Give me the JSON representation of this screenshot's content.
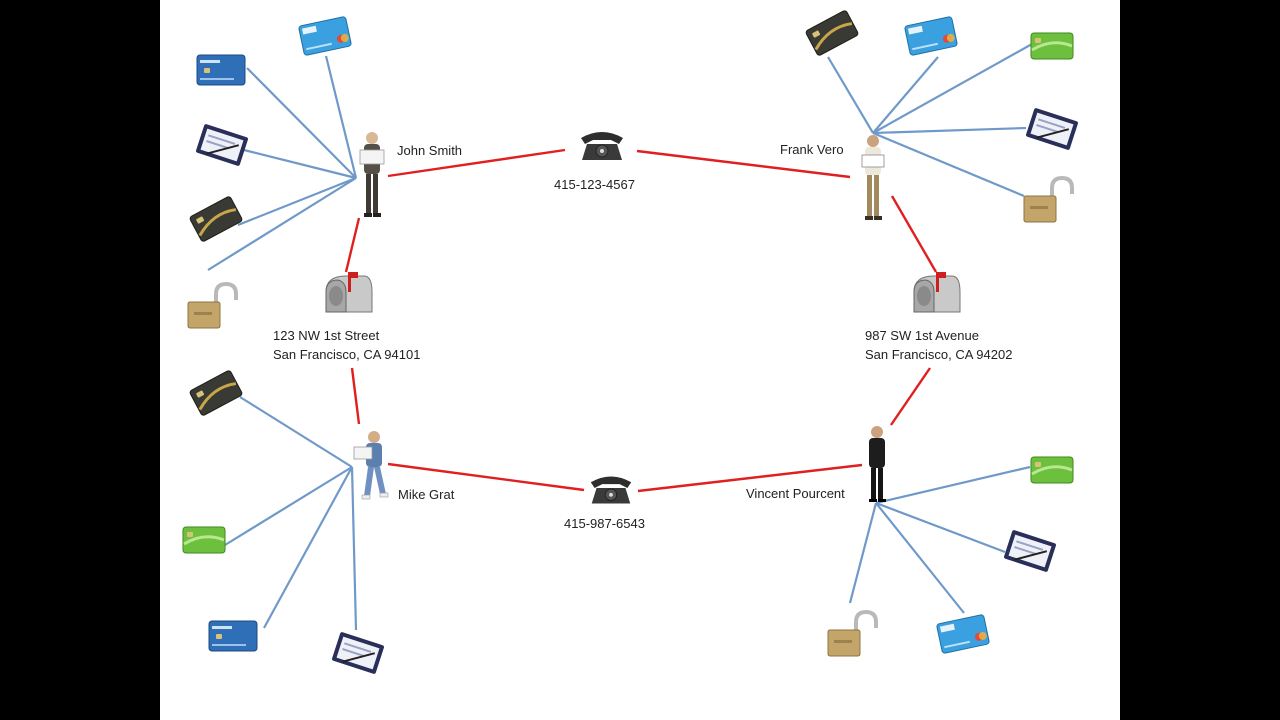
{
  "people": [
    {
      "id": "john",
      "name": "John Smith"
    },
    {
      "id": "frank",
      "name": "Frank Vero"
    },
    {
      "id": "mike",
      "name": "Mike Grat"
    },
    {
      "id": "vincent",
      "name": "Vincent Pourcent"
    }
  ],
  "phones": [
    {
      "id": "phone-top",
      "number": "415-123-4567"
    },
    {
      "id": "phone-bottom",
      "number": "415-987-6543"
    }
  ],
  "addresses": [
    {
      "id": "mail-left",
      "line1": "123 NW 1st Street",
      "line2": "San Francisco, CA 94101"
    },
    {
      "id": "mail-right",
      "line1": "987 SW 1st Avenue",
      "line2": "San Francisco, CA 94202"
    }
  ],
  "colors": {
    "relation": "#e02020",
    "asset": "#6f99c8",
    "background": "#ffffff",
    "letterbox": "#000000"
  },
  "icon_types": [
    "gold-card-icon",
    "blue-card-icon",
    "green-card-icon",
    "checkbook-icon",
    "padlock-icon",
    "telephone-icon",
    "mailbox-icon",
    "person-icon"
  ]
}
